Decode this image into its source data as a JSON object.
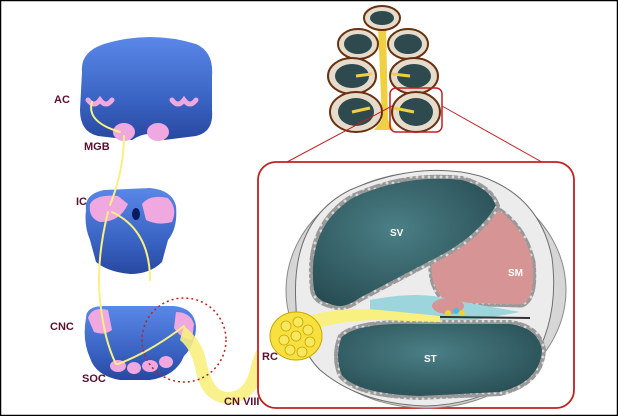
{
  "labels": {
    "ac": "AC",
    "mgb": "MGB",
    "ic": "IC",
    "cnc": "CNC",
    "soc": "SOC",
    "cn_viii": "CN VIII",
    "rc": "RC",
    "sv": "SV",
    "sm": "SM",
    "st": "ST"
  },
  "colors": {
    "frame": "#000000",
    "brain_top": "#4a78d8",
    "brain_bottom": "#2a4ea8",
    "nucleus": "#f0a8e0",
    "nerve": "#f8f080",
    "zoom_box": "#c02020",
    "label_dark": "#5a1030",
    "scala_dark": "#2e5a60",
    "scala_mid": "#3f7278",
    "scala_media": "#d49090",
    "bone": "#e6e6e6"
  }
}
